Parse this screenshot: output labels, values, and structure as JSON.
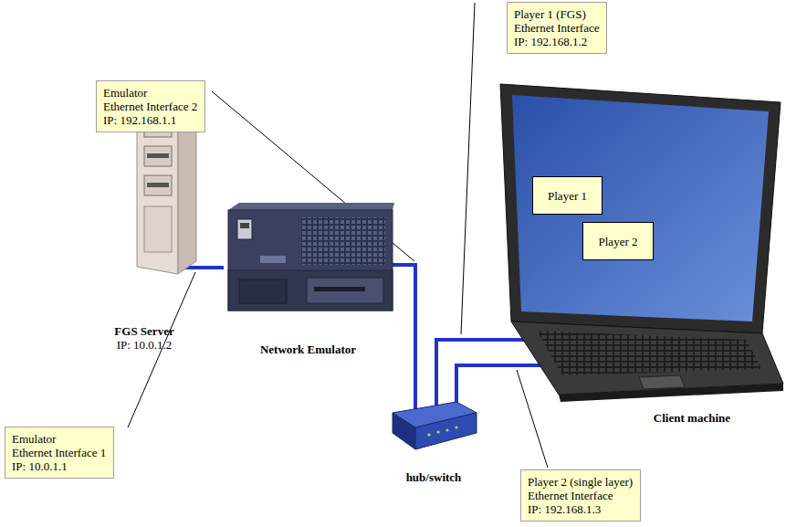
{
  "diagram": {
    "nodes": [
      {
        "text": [
          "Emulator",
          "Ethernet Interface 2",
          "IP: 192.168.1.1"
        ]
      },
      {
        "text": [
          "Player 1 (FGS)",
          "Ethernet Interface",
          "IP: 192.168.1.2"
        ]
      },
      {
        "text": [
          "FGS Server",
          "IP: 10.0.1.2"
        ]
      },
      {
        "text": [
          "Network Emulator"
        ]
      },
      {
        "text": [
          "Client machine"
        ]
      },
      {
        "text": [
          "Player 1"
        ],
        "in": 4
      },
      {
        "text": [
          "Player 2"
        ],
        "in": 4
      },
      {
        "text": [
          "hub/switch"
        ]
      },
      {
        "text": [
          "Emulator",
          "Ethernet Interface 1",
          "IP: 10.0.1.1"
        ]
      },
      {
        "text": [
          "Player 2 (single layer)",
          "Ethernet Interface",
          "IP: 192.168.1.3"
        ]
      }
    ],
    "edges": [
      {
        "from": 2,
        "to": 3,
        "arrow": "none"
      },
      {
        "from": 3,
        "to": 7,
        "arrow": "none"
      },
      {
        "from": 7,
        "to": 4,
        "arrow": "none"
      },
      {
        "from": 7,
        "to": 4,
        "arrow": "none"
      }
    ]
  }
}
